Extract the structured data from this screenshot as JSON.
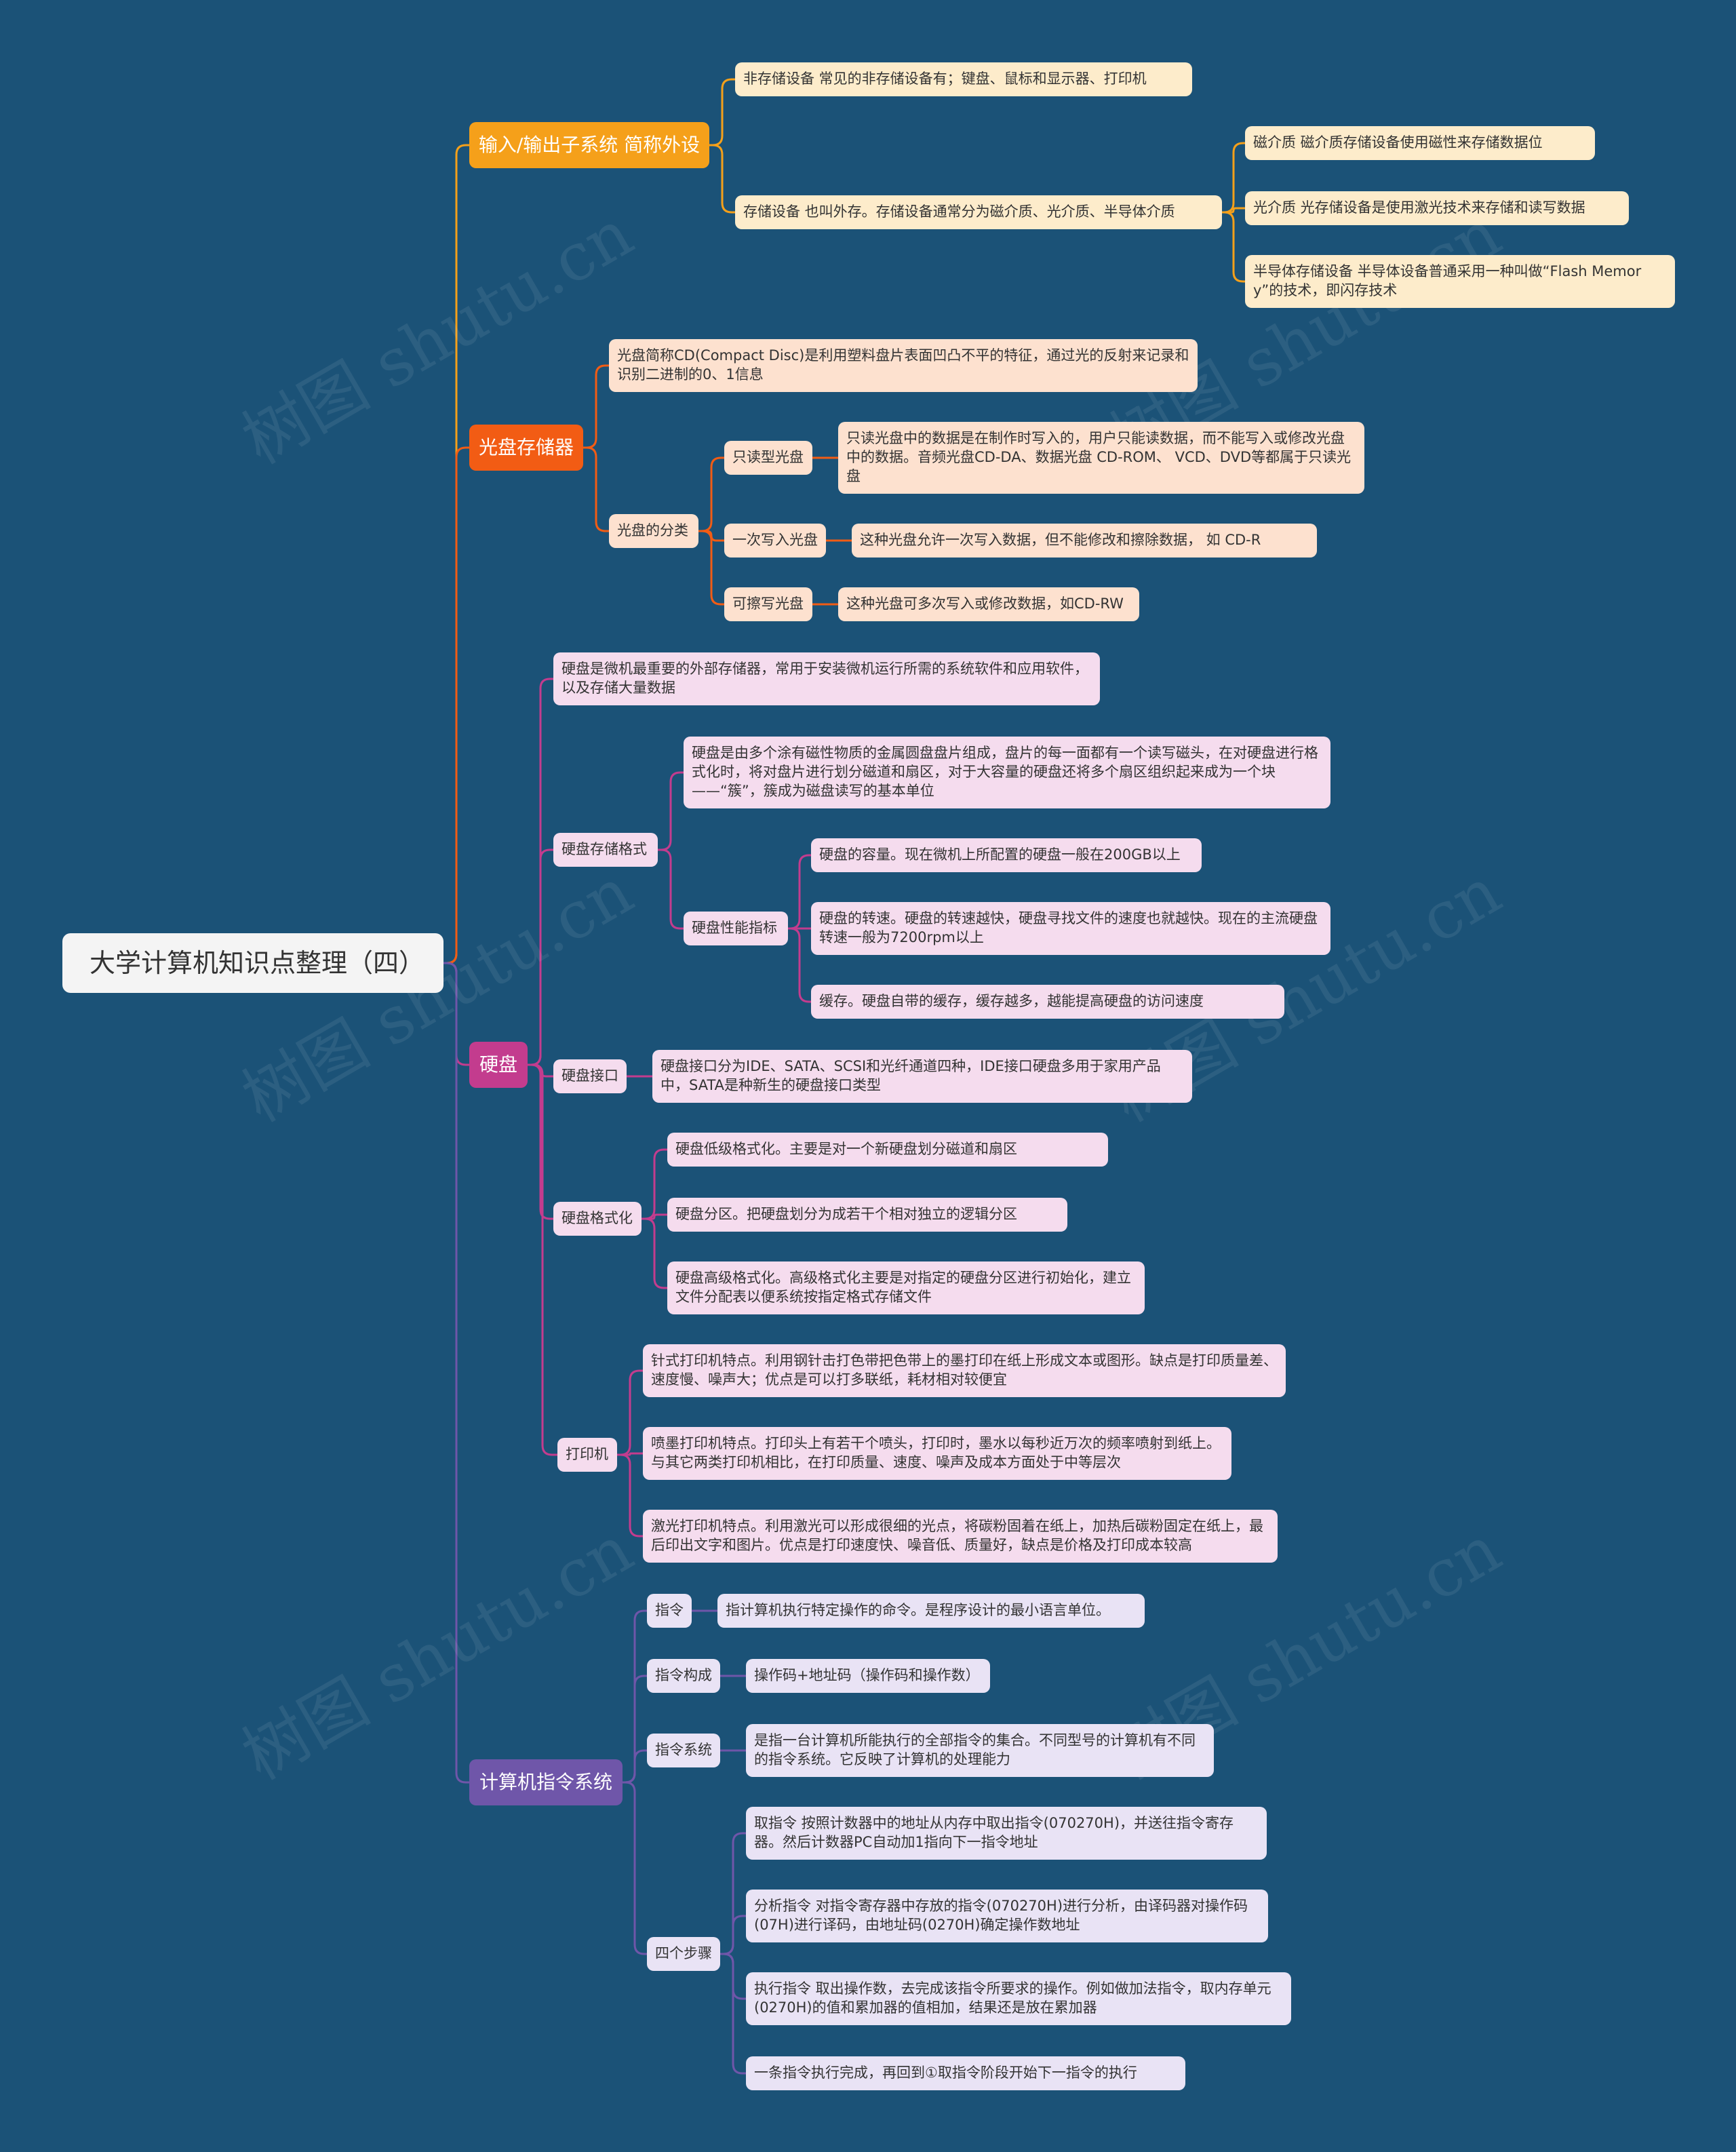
{
  "root": "大学计算机知识点整理（四）",
  "watermark": "树图 shutu.cn",
  "colors": {
    "background": "#1b5277",
    "io": "#f5a01a",
    "cd": "#f25c14",
    "hd": "#c33c8e",
    "ins": "#6f56a9",
    "io_light": "#fdeccb",
    "cd_light": "#fde1cf",
    "hd_light": "#f5dcee",
    "ins_light": "#e9e3f5"
  },
  "branches": [
    {
      "label": "输入/输出子系统 简称外设",
      "children": [
        {
          "label": "非存储设备 常见的非存储设备有；键盘、鼠标和显示器、打印机"
        },
        {
          "label": "存储设备 也叫外存。存储设备通常分为磁介质、光介质、半导体介质",
          "children": [
            {
              "label": "磁介质 磁介质存储设备使用磁性来存储数据位"
            },
            {
              "label": "光介质 光存储设备是使用激光技术来存储和读写数据"
            },
            {
              "label": "半导体存储设备 半导体设备普通采用一种叫做“Flash Memory”的技术，即闪存技术"
            }
          ]
        }
      ]
    },
    {
      "label": "光盘存储器",
      "children": [
        {
          "label": "光盘简称CD(Compact Disc)是利用塑料盘片表面凹凸不平的特征，通过光的反射来记录和识别二进制的0、1信息"
        },
        {
          "label": "光盘的分类",
          "children": [
            {
              "label": "只读型光盘",
              "children": [
                {
                  "label": "只读光盘中的数据是在制作时写入的，用户只能读数据，而不能写入或修改光盘中的数据。音频光盘CD-DA、数据光盘 CD-ROM、 VCD、DVD等都属于只读光盘"
                }
              ]
            },
            {
              "label": "一次写入光盘",
              "children": [
                {
                  "label": "这种光盘允许一次写入数据，但不能修改和擦除数据， 如 CD-R"
                }
              ]
            },
            {
              "label": "可擦写光盘",
              "children": [
                {
                  "label": "这种光盘可多次写入或修改数据，如CD-RW"
                }
              ]
            }
          ]
        }
      ]
    },
    {
      "label": "硬盘",
      "children": [
        {
          "label": "硬盘是微机最重要的外部存储器，常用于安装微机运行所需的系统软件和应用软件，以及存储大量数据"
        },
        {
          "label": "硬盘存储格式",
          "children": [
            {
              "label": "硬盘是由多个涂有磁性物质的金属圆盘盘片组成，盘片的每一面都有一个读写磁头，在对硬盘进行格式化时，将对盘片进行划分磁道和扇区，对于大容量的硬盘还将多个扇区组织起来成为一个块——“簇”，簇成为磁盘读写的基本单位"
            },
            {
              "label": "硬盘性能指标",
              "children": [
                {
                  "label": "硬盘的容量。现在微机上所配置的硬盘一般在200GB以上"
                },
                {
                  "label": "硬盘的转速。硬盘的转速越快，硬盘寻找文件的速度也就越快。现在的主流硬盘转速一般为7200rpm以上"
                },
                {
                  "label": "缓存。硬盘自带的缓存，缓存越多，越能提高硬盘的访问速度"
                }
              ]
            }
          ]
        },
        {
          "label": "硬盘接口",
          "children": [
            {
              "label": "硬盘接口分为IDE、SATA、SCSI和光纤通道四种，IDE接口硬盘多用于家用产品中，SATA是种新生的硬盘接口类型"
            }
          ]
        },
        {
          "label": "硬盘格式化",
          "children": [
            {
              "label": "硬盘低级格式化。主要是对一个新硬盘划分磁道和扇区"
            },
            {
              "label": "硬盘分区。把硬盘划分为成若干个相对独立的逻辑分区"
            },
            {
              "label": "硬盘高级格式化。高级格式化主要是对指定的硬盘分区进行初始化，建立文件分配表以便系统按指定格式存储文件"
            }
          ]
        },
        {
          "label": "打印机",
          "children": [
            {
              "label": "针式打印机特点。利用钢针击打色带把色带上的墨打印在纸上形成文本或图形。缺点是打印质量差、速度慢、噪声大；优点是可以打多联纸，耗材相对较便宜"
            },
            {
              "label": "喷墨打印机特点。打印头上有若干个喷头，打印时，墨水以每秒近万次的频率喷射到纸上。与其它两类打印机相比，在打印质量、速度、噪声及成本方面处于中等层次"
            },
            {
              "label": "激光打印机特点。利用激光可以形成很细的光点，将碳粉固着在纸上，加热后碳粉固定在纸上，最后印出文字和图片。优点是打印速度快、噪音低、质量好，缺点是价格及打印成本较高"
            }
          ]
        }
      ]
    },
    {
      "label": "计算机指令系统",
      "children": [
        {
          "label": "指令",
          "children": [
            {
              "label": "指计算机执行特定操作的命令。是程序设计的最小语言单位。"
            }
          ]
        },
        {
          "label": "指令构成",
          "children": [
            {
              "label": "操作码+地址码（操作码和操作数）"
            }
          ]
        },
        {
          "label": "指令系统",
          "children": [
            {
              "label": "是指一台计算机所能执行的全部指令的集合。不同型号的计算机有不同的指令系统。它反映了计算机的处理能力"
            }
          ]
        },
        {
          "label": "四个步骤",
          "children": [
            {
              "label": "取指令 按照计数器中的地址从内存中取出指令(070270H)，并送往指令寄存器。然后计数器PC自动加1指向下一指令地址"
            },
            {
              "label": "分析指令 对指令寄存器中存放的指令(070270H)进行分析，由译码器对操作码(07H)进行译码，由地址码(0270H)确定操作数地址"
            },
            {
              "label": "执行指令 取出操作数，去完成该指令所要求的操作。例如做加法指令，取内存单元(0270H)的值和累加器的值相加，结果还是放在累加器"
            },
            {
              "label": "一条指令执行完成，再回到①取指令阶段开始下一指令的执行"
            }
          ]
        }
      ]
    }
  ]
}
